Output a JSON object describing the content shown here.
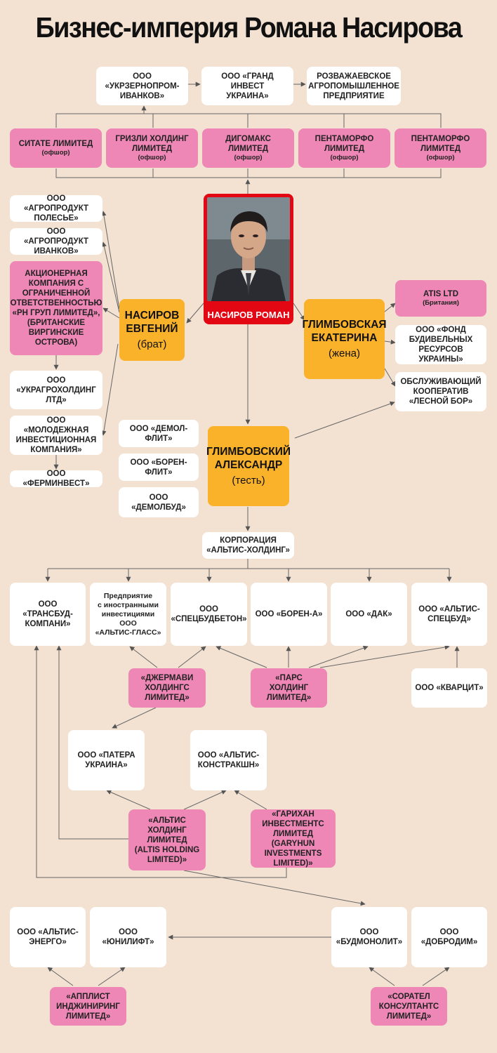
{
  "title": "Бизнес-империя Романа Насирова",
  "colors": {
    "background": "#f3e2d2",
    "company": "#ffffff",
    "offshore": "#ee86b6",
    "person": "#fbb22b",
    "photo_frame": "#e30613"
  },
  "photo": {
    "label": "НАСИРОВ РОМАН"
  },
  "persons": {
    "evgeniy": {
      "name": "НАСИРОВ\nЕВГЕНИЙ",
      "role": "(брат)"
    },
    "ekaterina": {
      "name": "ГЛИМБОВСКАЯ\nЕКАТЕРИНА",
      "role": "(жена)"
    },
    "alexandr": {
      "name": "ГЛИМБОВСКИЙ\nАЛЕКСАНДР",
      "role": "(тесть)"
    }
  },
  "companies": {
    "ukrzerno": "ООО\n«УКРЗЕРНОПРОМ-\nИВАНКОВ»",
    "grand": "ООО «ГРАНД ИНВЕСТ\nУКРАИНА»",
    "rozvazh": "РОЗВАЖАЕВСКОЕ\nАГРОПОМЫШЛЕННОЕ\nПРЕДПРИЯТИЕ",
    "agro_polesye": "ООО «АГРОПРОДУКТ\nПОЛЕСЬЕ»",
    "agro_ivankov": "ООО «АГРОПРОДУКТ\nИВАНКОВ»",
    "ukragro": "ООО\n«УКРАГРОХОЛДИНГ\nЛТД»",
    "molodezh": "ООО «МОЛОДЕЖНАЯ\nИНВЕСТИЦИОННАЯ\nКОМПАНИЯ»",
    "ferminvest": "ООО «ФЕРМИНВЕСТ»",
    "fond": "ООО «ФОНД\nБУДИВЕЛЬНЫХ\nРЕСУРСОВ УКРАИНЫ»",
    "lesnoy": "ОБСЛУЖИВАЮЩИЙ\nКООПЕРАТИВ\n«ЛЕСНОЙ БОР»",
    "demolflit": "ООО «ДЕМОЛ-\nФЛИТ»",
    "borenflit": "ООО «БОРЕН-\nФЛИТ»",
    "demolbud": "ООО\n«ДЕМОЛБУД»",
    "altis_corp": "КОРПОРАЦИЯ\n«АЛЬТИС-ХОЛДИНГ»",
    "transbud": "ООО\n«ТРАНСБУД-\nКОМПАНИ»",
    "altis_glass": "Предприятие\nс иностранными\nинвестициями\nООО\n«АЛЬТИС-ГЛАСС»",
    "specbeton": "ООО\n«СПЕЦБУДБЕТОН»",
    "boren_a": "ООО «БОРЕН-А»",
    "dak": "ООО «ДАК»",
    "altis_specbud": "ООО «АЛЬТИС-\nСПЕЦБУД»",
    "kvarcit": "ООО «КВАРЦИТ»",
    "patera": "ООО «ПАТЕРА\nУКРАИНА»",
    "altis_constr": "ООО «АЛЬТИС-\nКОНСТРАКШН»",
    "altis_energo": "ООО «АЛЬТИС-\nЭНЕРГО»",
    "yunilift": "ООО «ЮНИЛИФТ»",
    "budmonolit": "ООО\n«БУДМОНОЛИТ»",
    "dobrodim": "ООО «ДОБРОДИМ»"
  },
  "offshores": {
    "sitate": {
      "name": "СИТАТЕ ЛИМИТЕД",
      "note": "(офшор)"
    },
    "grizli": {
      "name": "ГРИЗЛИ ХОЛДИНГ\nЛИМИТЕД",
      "note": "(офшор)"
    },
    "digomaks": {
      "name": "ДИГОМАКС\nЛИМИТЕД",
      "note": "(офшор)"
    },
    "pentamorfo1": {
      "name": "ПЕНТАМОРФО\nЛИМИТЕД",
      "note": "(офшор)"
    },
    "pentamorfo2": {
      "name": "ПЕНТАМОРФО\nЛИМИТЕД",
      "note": "(офшор)"
    },
    "atis": {
      "name": "ATIS LTD",
      "note": "(Британия)"
    },
    "rn_group": "АКЦИОНЕРНАЯ\nКОМПАНИЯ С\nОГРАНИЧЕННОЙ\nОТВЕТСТВЕННОСТЬЮ\n«РН ГРУП ЛИМИТЕД»,\n(БРИТАНСКИЕ\nВИРГИНСКИЕ\nОСТРОВА)",
    "djermavi": "«ДЖЕРМАВИ\nХОЛДИНГС\nЛИМИТЕД»",
    "pars": "«ПАРС\nХОЛДИНГ\nЛИМИТЕД»",
    "altis_holding_ltd": "«АЛЬТИС\nХОЛДИНГ\nЛИМИТЕД\n(ALTIS HOLDING\nLIMITED)»",
    "garikhan": "«ГАРИХАН\nИНВЕСТМЕНТС\nЛИМИТЕД (GARYHUN\nINVESTMENTS\nLIMITED)»",
    "applist": "«АППЛИСТ\nИНДЖИНИРИНГ\nЛИМИТЕД»",
    "soratel": "«СОРАТЕЛ\nКОНСУЛТАНТС\nЛИМИТЕД»"
  }
}
